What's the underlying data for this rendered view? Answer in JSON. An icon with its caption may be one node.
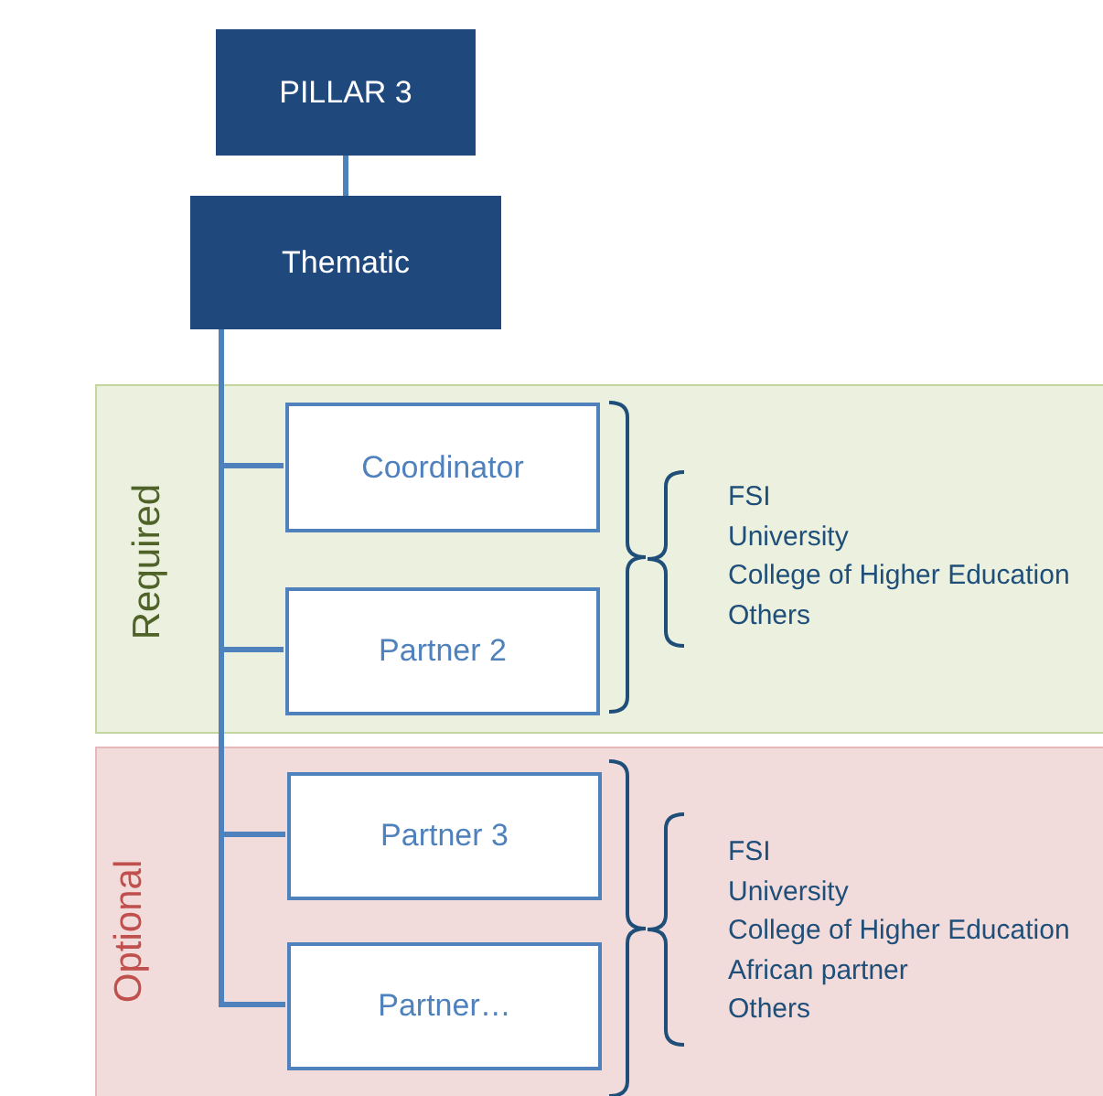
{
  "diagram": {
    "nodes": [
      {
        "text": [
          "PILLAR 3"
        ]
      },
      {
        "text": [
          "Thematic"
        ]
      },
      {
        "text": [
          "Required"
        ]
      },
      {
        "text": [
          "Coordinator"
        ],
        "in": 2
      },
      {
        "text": [
          "Partner 2"
        ],
        "in": 2
      },
      {
        "text": [
          "Optional"
        ]
      },
      {
        "text": [
          "Partner 3"
        ],
        "in": 5
      },
      {
        "text": [
          "Partner…"
        ],
        "in": 5
      }
    ],
    "edges": [
      {
        "from": 0,
        "to": 1,
        "arrow": "none"
      },
      {
        "from": 1,
        "to": 3,
        "arrow": "none"
      },
      {
        "from": 1,
        "to": 4,
        "arrow": "none"
      },
      {
        "from": 1,
        "to": 6,
        "arrow": "none"
      },
      {
        "from": 1,
        "to": 7,
        "arrow": "none"
      }
    ],
    "labels": [
      "FSI",
      "University",
      "College of Higher Education",
      "Others",
      "FSI",
      "University",
      "College of Higher Education",
      "African partner",
      "Others"
    ]
  }
}
